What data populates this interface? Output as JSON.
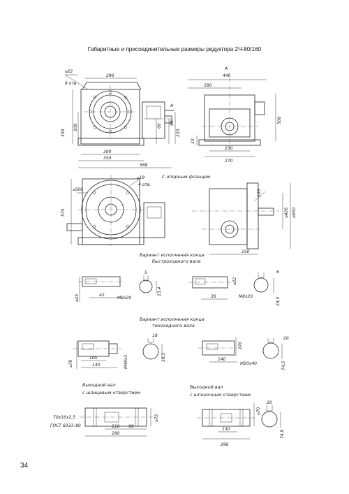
{
  "page": {
    "title": "Габаритные и присоединительные размеры редуктора 2Ч-80/160",
    "page_number": "34"
  },
  "captions": {
    "flange": "С опорным фланцем",
    "fast_shaft_1": "Вариант исполнения конца",
    "fast_shaft_2": "быстроходного вала",
    "slow_shaft_1": "Вариант исполнения конца",
    "slow_shaft_2": "тихоходного вала",
    "spline_1": "Выходной вал",
    "spline_2": "с шлицевым отверстием",
    "key_1": "Выходной вал",
    "key_2": "с шпоночным отверстием",
    "view_label": "А"
  },
  "dims": {
    "v1": {
      "d22": "⌀22",
      "holes": "8 отв.",
      "w290": "290",
      "h300": "300",
      "h100": "100",
      "h60": "60",
      "h80": "80",
      "h220": "220",
      "w300": "300",
      "w354": "354",
      "w568": "568",
      "arrow": "А"
    },
    "v2": {
      "w440": "440",
      "w280": "280",
      "h500": "500",
      "h30": "30",
      "w230": "230",
      "w270": "270"
    },
    "v3": {
      "d19": "⌀19",
      "holes": "4 отв.",
      "d500": "⌀500",
      "h575": "575"
    },
    "v4": {
      "h105": "105",
      "d426": "⌀426",
      "d550": "⌀550",
      "w250": "250"
    },
    "fs": {
      "d25": "⌀25",
      "w42": "42",
      "m": "М8х20",
      "w5": "5",
      "h134": "13,4",
      "d22": "⌀22",
      "w36": "36",
      "m2": "М8х20",
      "w6": "6",
      "h245": "24,5"
    },
    "ss": {
      "d70": "⌀70",
      "w105": "105",
      "w140": "140",
      "m": "М48х3",
      "w18": "18",
      "h363": "36,3",
      "d70b": "⌀70",
      "w140b": "140",
      "m2": "М20х40",
      "w20": "20",
      "h745": "74,5"
    },
    "sp": {
      "spec1": "70х16х2,5",
      "spec2": "ГОСТ 6033–80",
      "w110": "110",
      "w90": "90",
      "w290": "290",
      "d72": "⌀72"
    },
    "kw": {
      "d70": "⌀70",
      "w130": "130",
      "w290": "290",
      "w20": "20",
      "h749": "74,9"
    }
  }
}
